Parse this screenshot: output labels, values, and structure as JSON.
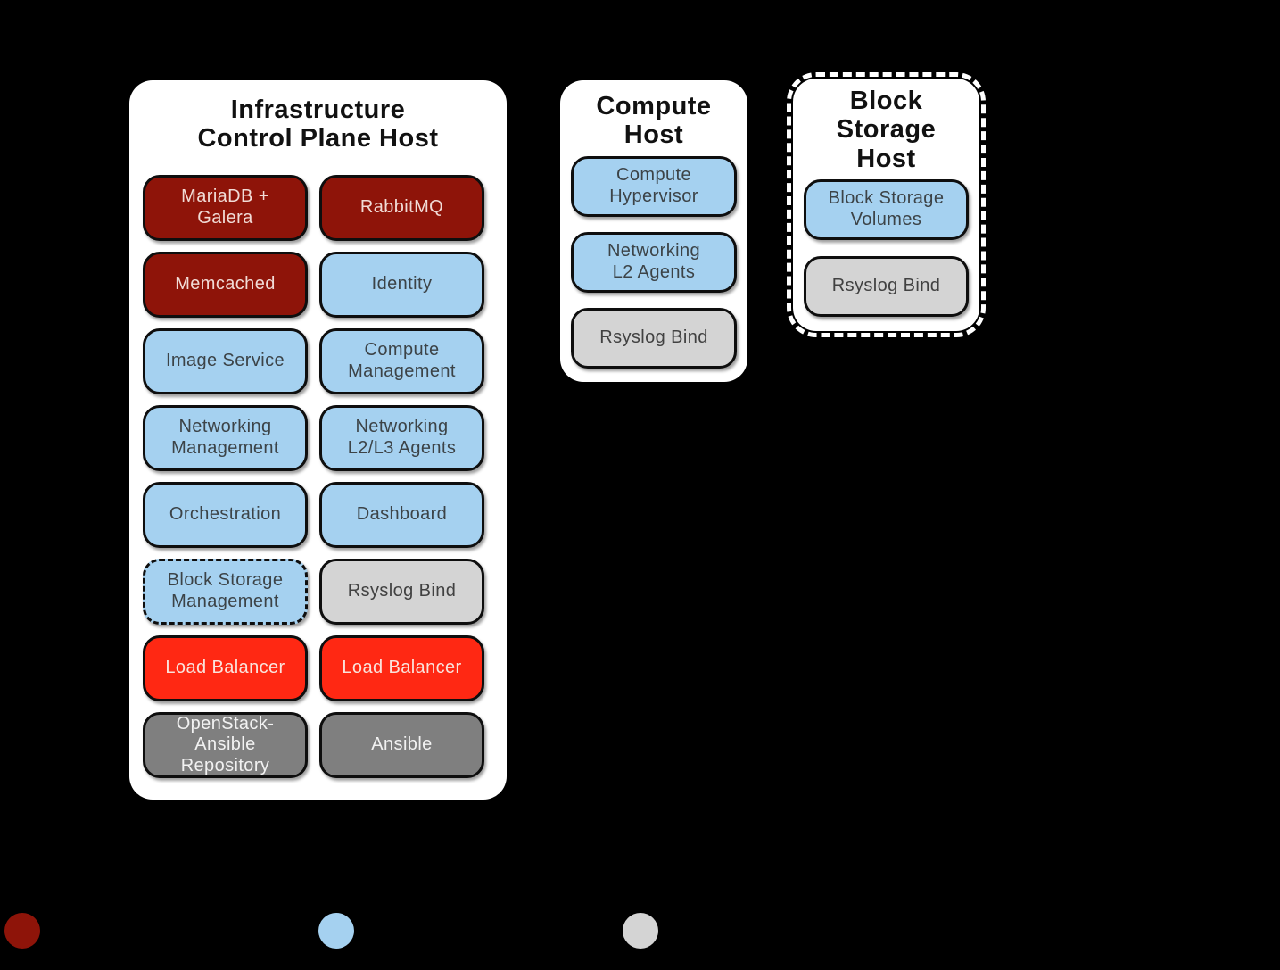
{
  "colors": {
    "background": "#000000",
    "panel": "#ffffff",
    "infrastructure_service": "#8e1409",
    "openstack_service": "#a5d1f0",
    "other_service": "#d4d4d4",
    "load_balancer": "#ff2813",
    "deployment_tool": "#7f7f7f"
  },
  "panels": {
    "infra": {
      "title": "Infrastructure\nControl Plane Host",
      "boxes": [
        {
          "label": "MariaDB +\nGalera"
        },
        {
          "label": "RabbitMQ"
        },
        {
          "label": "Memcached"
        },
        {
          "label": "Identity"
        },
        {
          "label": "Image Service"
        },
        {
          "label": "Compute\nManagement"
        },
        {
          "label": "Networking\nManagement"
        },
        {
          "label": "Networking\nL2/L3 Agents"
        },
        {
          "label": "Orchestration"
        },
        {
          "label": "Dashboard"
        },
        {
          "label": "Block Storage\nManagement"
        },
        {
          "label": "Rsyslog Bind"
        },
        {
          "label": "Load Balancer"
        },
        {
          "label": "Load Balancer"
        },
        {
          "label": "OpenStack-\nAnsible\nRepository"
        },
        {
          "label": "Ansible"
        }
      ]
    },
    "compute": {
      "title": "Compute\nHost",
      "boxes": [
        {
          "label": "Compute\nHypervisor"
        },
        {
          "label": "Networking\nL2 Agents"
        },
        {
          "label": "Rsyslog Bind"
        }
      ]
    },
    "block_storage": {
      "title": "Block\nStorage\nHost",
      "boxes": [
        {
          "label": "Block Storage\nVolumes"
        },
        {
          "label": "Rsyslog Bind"
        }
      ]
    }
  },
  "legend": {
    "dots": [
      {
        "color": "#8e1409"
      },
      {
        "color": "#a5d1f0"
      },
      {
        "color": "#d4d4d4"
      }
    ]
  }
}
